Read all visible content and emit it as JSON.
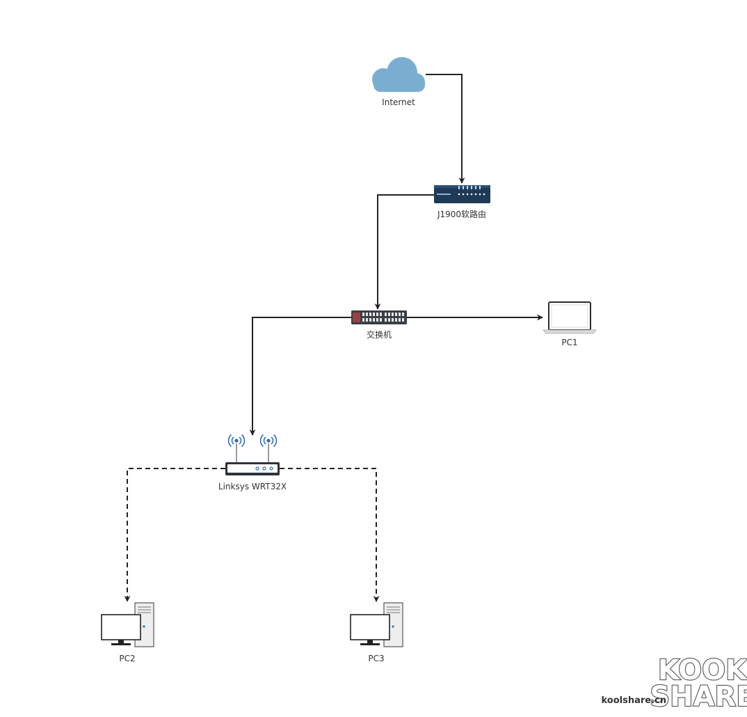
{
  "diagram": {
    "nodes": {
      "internet": {
        "label": "Internet",
        "icon": "cloud-icon"
      },
      "router": {
        "label": "J1900软路由",
        "icon": "router-icon"
      },
      "switch": {
        "label": "交换机",
        "icon": "switch-icon"
      },
      "pc1": {
        "label": "PC1",
        "icon": "laptop-icon"
      },
      "wifi": {
        "label": "Linksys WRT32X",
        "icon": "wireless-router-icon"
      },
      "pc2": {
        "label": "PC2",
        "icon": "desktop-pc-icon"
      },
      "pc3": {
        "label": "PC3",
        "icon": "desktop-pc-icon"
      }
    },
    "edges": [
      {
        "from": "Internet",
        "to": "J1900软路由",
        "style": "solid"
      },
      {
        "from": "J1900软路由",
        "to": "交换机",
        "style": "solid"
      },
      {
        "from": "交换机",
        "to": "PC1",
        "style": "solid"
      },
      {
        "from": "交换机",
        "to": "Linksys WRT32X",
        "style": "solid"
      },
      {
        "from": "Linksys WRT32X",
        "to": "PC2",
        "style": "dashed"
      },
      {
        "from": "Linksys WRT32X",
        "to": "PC3",
        "style": "dashed"
      }
    ]
  },
  "watermark": {
    "domain": "koolshare.cn",
    "logo_top": "KOOK",
    "logo_bottom": "SHARE"
  },
  "colors": {
    "edge": "#222222",
    "cloud": "#79aed0",
    "router_body": "#1f3a57",
    "switch_body": "#3a3f46",
    "label": "#333333"
  }
}
